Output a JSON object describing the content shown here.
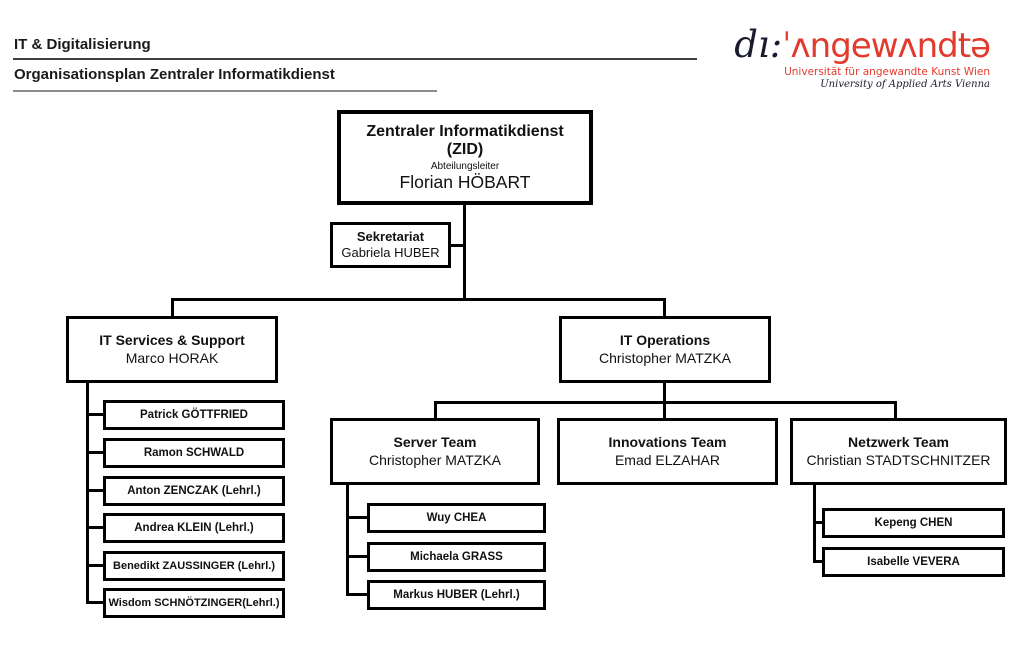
{
  "header": {
    "department": "IT & Digitalisierung",
    "title": "Organisationsplan Zentraler Informatikdienst"
  },
  "logo": {
    "wordmark_prefix": "dı:",
    "wordmark_main": "ˈʌngewʌndtə",
    "tagline_de": "Universität für angewandte Kunst Wien",
    "tagline_en": "University of Applied Arts Vienna",
    "brand_red": "#e23a2c",
    "brand_dark": "#1b1b2e"
  },
  "org": {
    "root": {
      "title_line1": "Zentraler Informatikdienst",
      "title_line2": "(ZID)",
      "role": "Abteilungsleiter",
      "name": "Florian HÖBART"
    },
    "sekretariat": {
      "title": "Sekretariat",
      "name": "Gabriela HUBER"
    },
    "it_services": {
      "title": "IT Services & Support",
      "name": "Marco HORAK",
      "members": [
        "Patrick GÖTTFRIED",
        "Ramon SCHWALD",
        "Anton ZENCZAK (Lehrl.)",
        "Andrea KLEIN (Lehrl.)",
        "Benedikt ZAUSSINGER (Lehrl.)",
        "Wisdom SCHNÖTZINGER(Lehrl.)"
      ]
    },
    "it_operations": {
      "title": "IT Operations",
      "name": "Christopher MATZKA"
    },
    "server_team": {
      "title": "Server Team",
      "name": "Christopher MATZKA",
      "members": [
        "Wuy CHEA",
        "Michaela GRASS",
        "Markus HUBER (Lehrl.)"
      ]
    },
    "innovations_team": {
      "title": "Innovations Team",
      "name": "Emad ELZAHAR"
    },
    "netzwerk_team": {
      "title": "Netzwerk Team",
      "name": "Christian STADTSCHNITZER",
      "members": [
        "Kepeng CHEN",
        "Isabelle VEVERA"
      ]
    }
  }
}
